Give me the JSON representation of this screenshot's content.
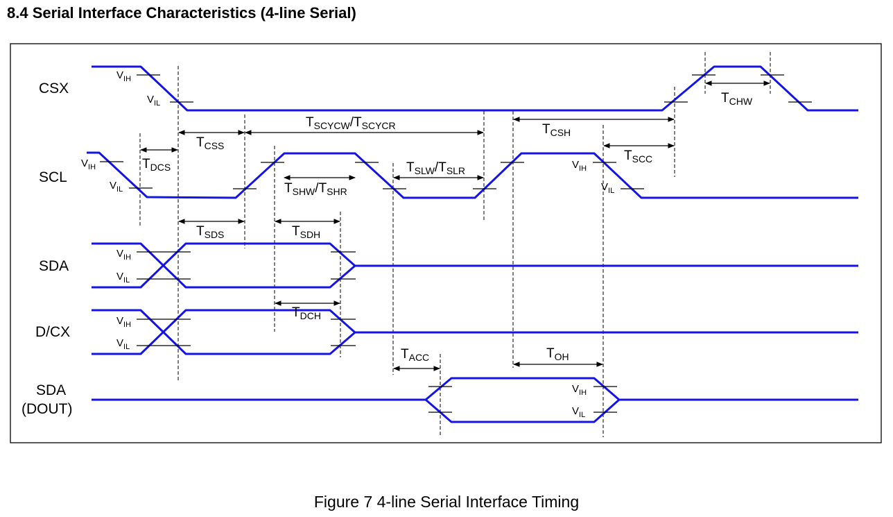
{
  "heading": "8.4 Serial Interface Characteristics (4-line Serial)",
  "caption": "Figure 7 4-line Serial Interface Timing",
  "colors": {
    "signal": "#1414e6",
    "annotation": "#000000"
  },
  "signals": {
    "csx": "CSX",
    "scl": "SCL",
    "sda": "SDA",
    "dcx": "D/CX",
    "dout_line1": "SDA",
    "dout_line2": "(DOUT)"
  },
  "levels": {
    "v": "V",
    "ih": "IH",
    "il": "IL"
  },
  "timing": {
    "t": "T",
    "css": "CSS",
    "dcs": "DCS",
    "scycw": "SCYCW",
    "slash": "/",
    "scycr": "SCYCR",
    "csh": "CSH",
    "chw": "CHW",
    "scc": "SCC",
    "shw": "SHW",
    "shr": "SHR",
    "slw": "SLW",
    "slr": "SLR",
    "sds": "SDS",
    "sdh": "SDH",
    "dch": "DCH",
    "acc": "ACC",
    "oh": "OH"
  }
}
